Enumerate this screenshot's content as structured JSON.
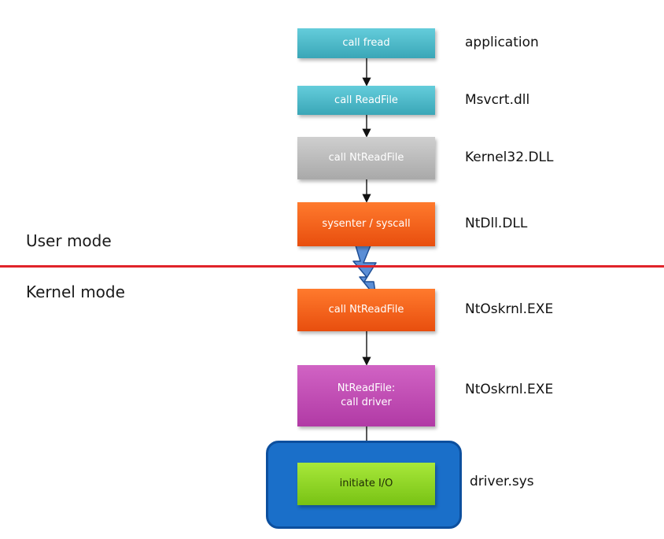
{
  "labels": {
    "user_mode": "User mode",
    "kernel_mode": "Kernel mode"
  },
  "steps": [
    {
      "box_text": "call fread",
      "component": "application"
    },
    {
      "box_text": "call ReadFile",
      "component": "Msvcrt.dll"
    },
    {
      "box_text": "call NtReadFile",
      "component": "Kernel32.DLL"
    },
    {
      "box_text": "sysenter / syscall",
      "component": "NtDll.DLL"
    },
    {
      "box_text": "call NtReadFile",
      "component": "NtOskrnl.EXE"
    },
    {
      "box_text_line1": "NtReadFile:",
      "box_text_line2": "call driver",
      "component": "NtOskrnl.EXE"
    },
    {
      "box_text": "initiate I/O",
      "component": "driver.sys"
    }
  ],
  "colors": {
    "cyan": "#3aa6b7",
    "gray": "#a9a9a9",
    "orange": "#e84e0e",
    "magenta": "#b13aa5",
    "green": "#78c214",
    "driver_frame": "#1a6fc9",
    "mode_divider": "#e0232a",
    "lightning": "#5b8ed6"
  },
  "icons": {
    "mode_transition": "lightning-bolt-icon"
  }
}
